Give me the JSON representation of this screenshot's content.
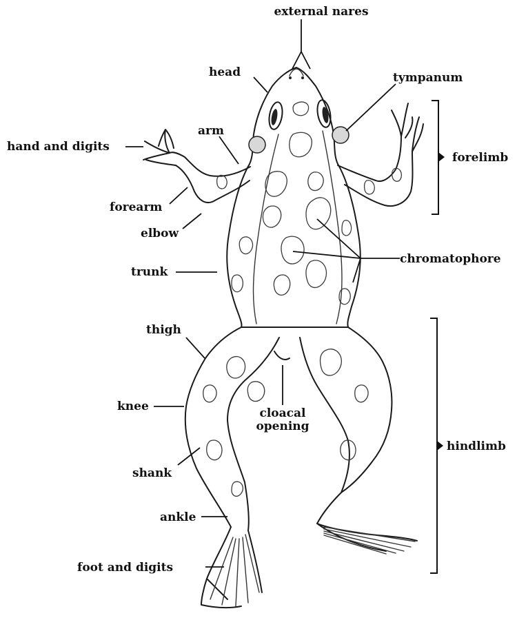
{
  "diagram": {
    "labels": {
      "external_nares": "external nares",
      "head": "head",
      "tympanum": "tympanum",
      "arm": "arm",
      "hand_and_digits": "hand and digits",
      "forelimb": "forelimb",
      "forearm": "forearm",
      "elbow": "elbow",
      "chromatophore": "chromatophore",
      "trunk": "trunk",
      "thigh": "thigh",
      "knee": "knee",
      "cloacal_opening_1": "cloacal",
      "cloacal_opening_2": "opening",
      "hindlimb": "hindlimb",
      "shank": "shank",
      "ankle": "ankle",
      "foot_and_digits": "foot and digits"
    }
  }
}
